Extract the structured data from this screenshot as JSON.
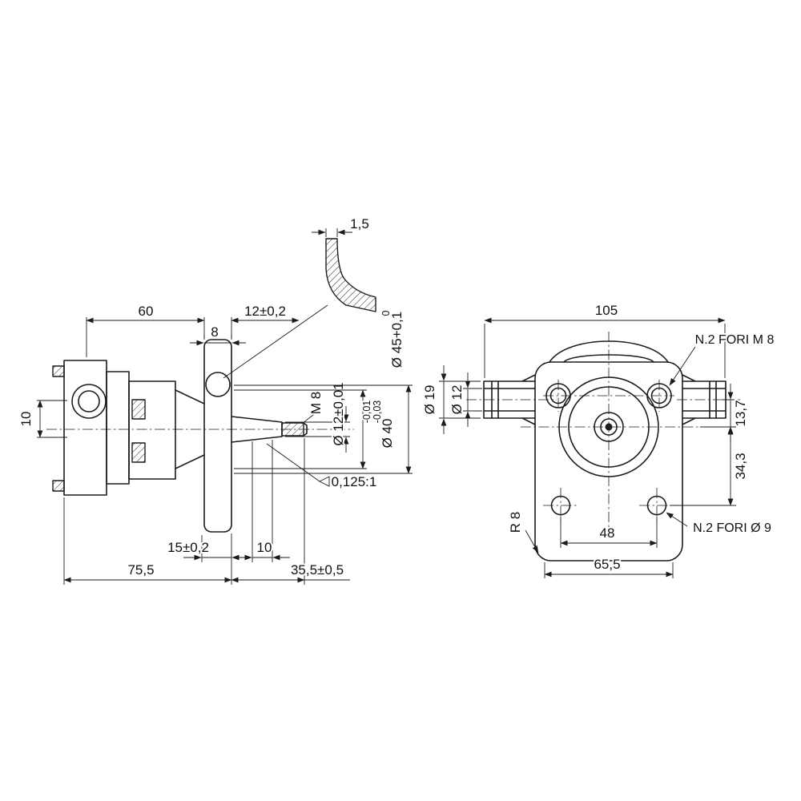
{
  "side_view": {
    "wall_1_5": "1,5",
    "len_60": "60",
    "len_12": "12±0,2",
    "flange_8": "8",
    "off_10": "10",
    "thread": "M 8",
    "shaft_dia": "Ø 12±0,01",
    "bore_tol_zero": "0",
    "bore_dia": "Ø 45+0,1",
    "spigot_tol_hi": "-0,01",
    "spigot_tol_lo": "-0,03",
    "spigot_dia": "Ø 40",
    "taper": "0,125:1",
    "len_15": "15±0,2",
    "len_10": "10",
    "len_75_5": "75,5",
    "len_35_5": "35,5±0,5"
  },
  "front_view": {
    "width_105": "105",
    "note_top_holes": "N.2 FORI M 8",
    "port_outer": "Ø 19",
    "port_inner": "Ø 12",
    "off_13_7": "13,7",
    "off_34_3": "34,3",
    "corner_r": "R 8",
    "holes_48": "48",
    "note_bottom_holes": "N.2 FORI Ø 9",
    "width_65_5": "65,5"
  }
}
